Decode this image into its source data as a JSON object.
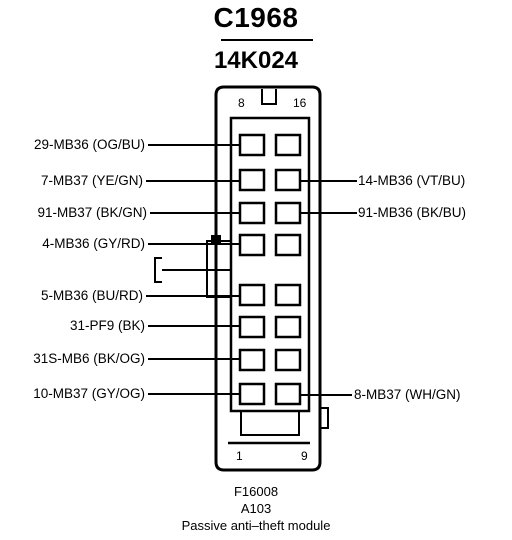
{
  "connector_id": "C1968",
  "part_number": "14K024",
  "pin_top_left": "8",
  "pin_top_right": "16",
  "pin_bottom_left": "1",
  "pin_bottom_right": "9",
  "left_pins": [
    {
      "label": "29-MB36 (OG/BU)"
    },
    {
      "label": "7-MB37 (YE/GN)"
    },
    {
      "label": "91-MB37 (BK/GN)"
    },
    {
      "label": "4-MB36 (GY/RD)"
    },
    {
      "label": "5-MB36 (BU/RD)"
    },
    {
      "label": "31-PF9 (BK)"
    },
    {
      "label": "31S-MB6 (BK/OG)"
    },
    {
      "label": "10-MB37 (GY/OG)"
    }
  ],
  "right_pins": [
    {
      "label": "14-MB36 (VT/BU)"
    },
    {
      "label": "91-MB36 (BK/BU)"
    },
    {
      "label": "8-MB37 (WH/GN)"
    }
  ],
  "footer": {
    "figure": "F16008",
    "code": "A103",
    "caption": "Passive anti–theft module"
  }
}
